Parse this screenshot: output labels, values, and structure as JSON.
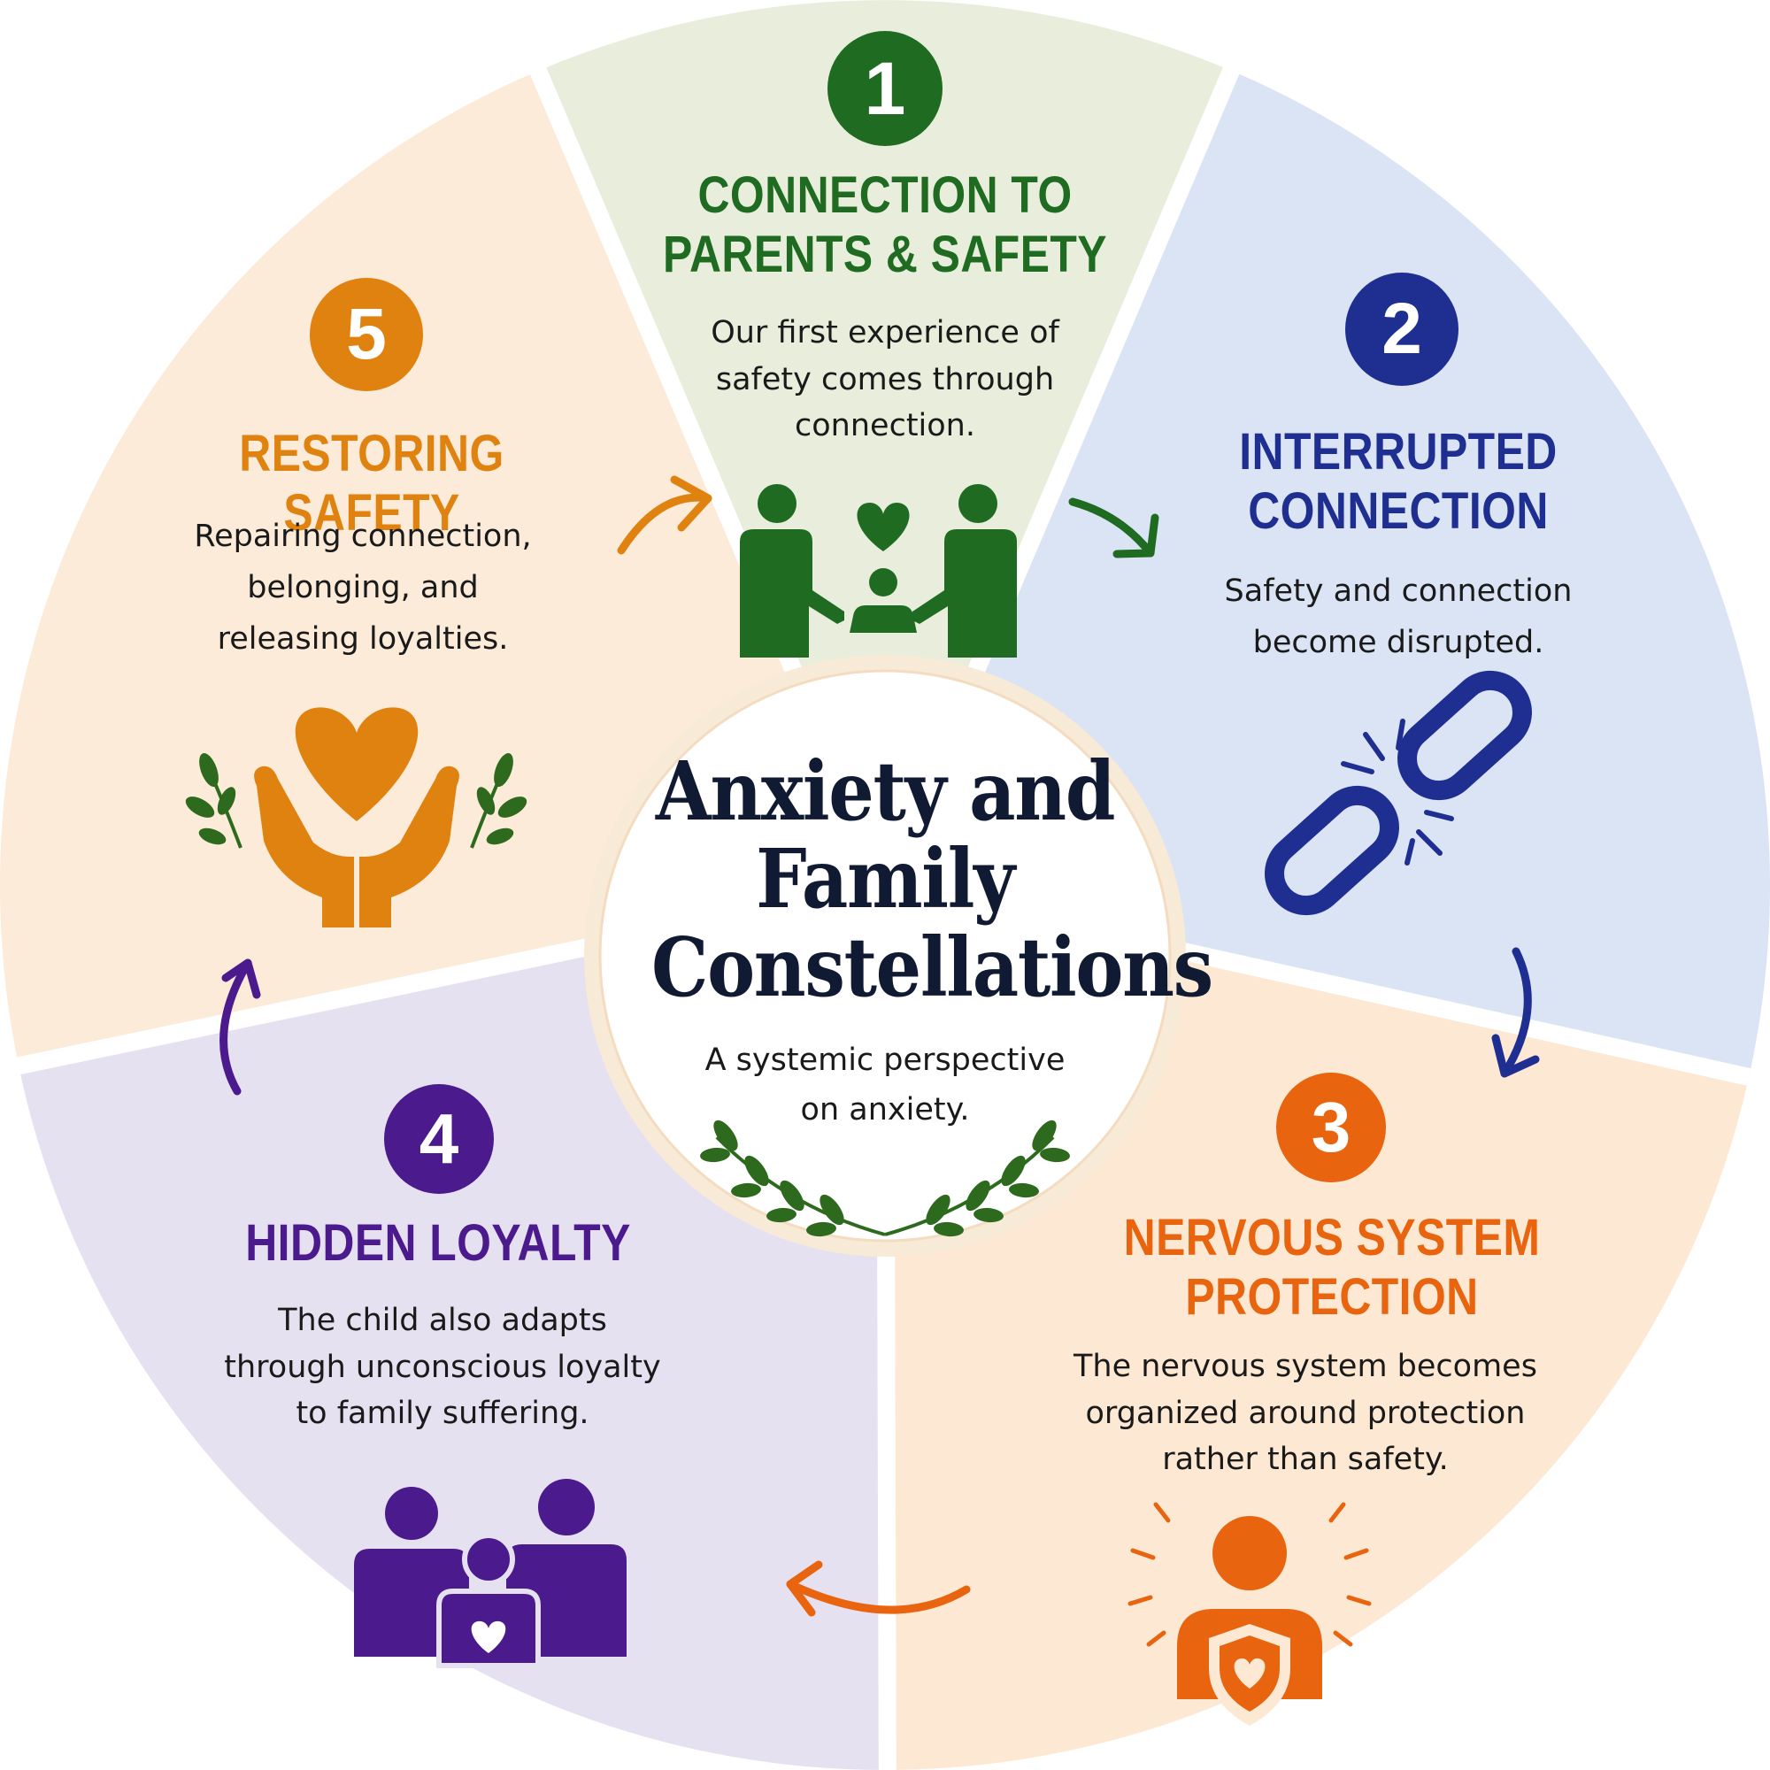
{
  "center": {
    "title_lines": [
      "Anxiety and",
      "Family",
      "Constellations"
    ],
    "subtitle_lines": [
      "A systemic perspective",
      "on anxiety."
    ]
  },
  "segments": [
    {
      "number": "1",
      "title_lines": [
        "CONNECTION TO",
        "PARENTS & SAFETY"
      ],
      "desc_lines": [
        "Our first experience of",
        "safety comes through",
        "connection."
      ],
      "icon": "parents-child-heart-icon",
      "color": "#1f6b22",
      "bg": "#e8eedb"
    },
    {
      "number": "2",
      "title_lines": [
        "INTERRUPTED",
        "CONNECTION"
      ],
      "desc_lines": [
        "Safety and connection",
        "become disrupted."
      ],
      "icon": "broken-chain-icon",
      "color": "#1f2f91",
      "bg": "#dae4f4"
    },
    {
      "number": "3",
      "title_lines": [
        "NERVOUS SYSTEM",
        "PROTECTION"
      ],
      "desc_lines": [
        "The nervous system becomes",
        "organized around protection",
        "rather than safety."
      ],
      "icon": "person-shield-icon",
      "color": "#e8640f",
      "bg": "#fde9d3"
    },
    {
      "number": "4",
      "title_lines": [
        "HIDDEN LOYALTY"
      ],
      "desc_lines": [
        "The child also adapts",
        "through unconscious loyalty",
        "to family suffering."
      ],
      "icon": "family-heart-icon",
      "color": "#4b1a8c",
      "bg": "#e6e1f1"
    },
    {
      "number": "5",
      "title_lines": [
        "RESTORING SAFETY"
      ],
      "desc_lines": [
        "Repairing connection,",
        "belonging, and",
        "releasing loyalties."
      ],
      "icon": "hands-heart-icon",
      "color": "#e0820f",
      "bg": "#fcebd8"
    }
  ],
  "leaf_color": "#2d6a1e"
}
